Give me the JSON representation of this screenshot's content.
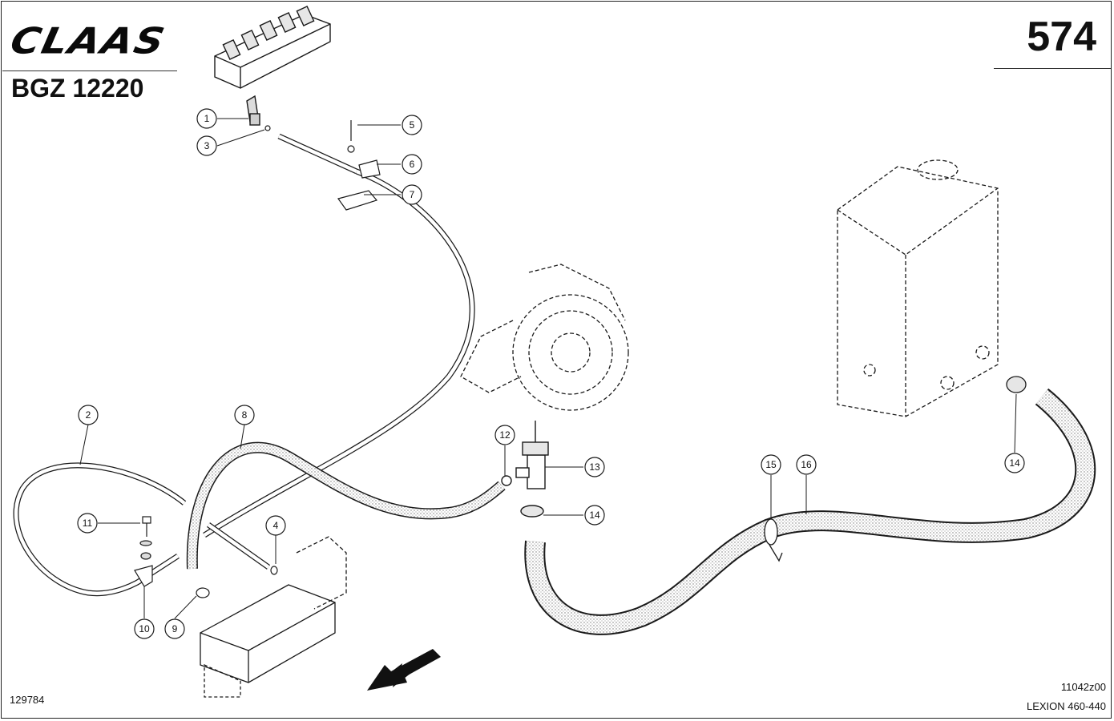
{
  "header": {
    "brand": "CLAAS",
    "doc_code": "BGZ 12220",
    "page_number": "574"
  },
  "footer": {
    "ref_number": "129784",
    "drawing_number": "11042z00",
    "model": "LEXION 460-440"
  },
  "callouts": [
    "1",
    "2",
    "3",
    "4",
    "5",
    "6",
    "7",
    "8",
    "9",
    "10",
    "11",
    "12",
    "13",
    "14",
    "14",
    "15",
    "16"
  ],
  "colors": {
    "line": "#1a1a1a",
    "hose_fill": "#d9d9d9",
    "background": "#ffffff"
  },
  "icons": [
    "arrow-direction-icon"
  ]
}
